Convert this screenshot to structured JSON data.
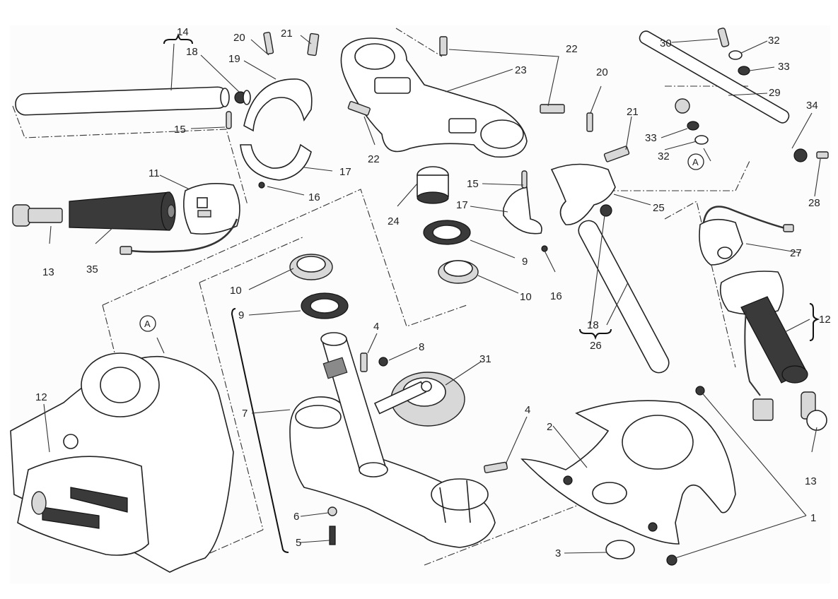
{
  "diagram": {
    "title": "",
    "type": "exploded-parts-diagram",
    "subject": "Handlebar, steering damper and steering yoke assembly",
    "callouts": [
      {
        "id": "c14",
        "label": "14"
      },
      {
        "id": "c18a",
        "label": "18"
      },
      {
        "id": "c19",
        "label": "19"
      },
      {
        "id": "c20a",
        "label": "20"
      },
      {
        "id": "c21a",
        "label": "21"
      },
      {
        "id": "c15a",
        "label": "15"
      },
      {
        "id": "c17a",
        "label": "17"
      },
      {
        "id": "c16a",
        "label": "16"
      },
      {
        "id": "c11",
        "label": "11"
      },
      {
        "id": "c13a",
        "label": "13"
      },
      {
        "id": "c35",
        "label": "35"
      },
      {
        "id": "c22a",
        "label": "22"
      },
      {
        "id": "c22b",
        "label": "22"
      },
      {
        "id": "c23",
        "label": "23"
      },
      {
        "id": "c24",
        "label": "24"
      },
      {
        "id": "c15b",
        "label": "15"
      },
      {
        "id": "c17b",
        "label": "17"
      },
      {
        "id": "c9a",
        "label": "9"
      },
      {
        "id": "c10a",
        "label": "10"
      },
      {
        "id": "c16b",
        "label": "16"
      },
      {
        "id": "c20b",
        "label": "20"
      },
      {
        "id": "c21b",
        "label": "21"
      },
      {
        "id": "c25",
        "label": "25"
      },
      {
        "id": "c30",
        "label": "30"
      },
      {
        "id": "c32a",
        "label": "32"
      },
      {
        "id": "c33a",
        "label": "33"
      },
      {
        "id": "c29",
        "label": "29"
      },
      {
        "id": "c34",
        "label": "34"
      },
      {
        "id": "c33b",
        "label": "33"
      },
      {
        "id": "c32b",
        "label": "32"
      },
      {
        "id": "c28",
        "label": "28"
      },
      {
        "id": "c27",
        "label": "27"
      },
      {
        "id": "c12a",
        "label": "12"
      },
      {
        "id": "c18b",
        "label": "18"
      },
      {
        "id": "c26",
        "label": "26"
      },
      {
        "id": "c10b",
        "label": "10"
      },
      {
        "id": "c9b",
        "label": "9"
      },
      {
        "id": "c4a",
        "label": "4"
      },
      {
        "id": "c8",
        "label": "8"
      },
      {
        "id": "c31",
        "label": "31"
      },
      {
        "id": "c7",
        "label": "7"
      },
      {
        "id": "c6",
        "label": "6"
      },
      {
        "id": "c5",
        "label": "5"
      },
      {
        "id": "c4b",
        "label": "4"
      },
      {
        "id": "c2",
        "label": "2"
      },
      {
        "id": "c3",
        "label": "3"
      },
      {
        "id": "c1",
        "label": "1"
      },
      {
        "id": "c13b",
        "label": "13"
      },
      {
        "id": "c12b",
        "label": "12"
      }
    ],
    "reference_markers": [
      {
        "id": "refA1",
        "label": "A"
      },
      {
        "id": "refA2",
        "label": "A"
      }
    ]
  }
}
